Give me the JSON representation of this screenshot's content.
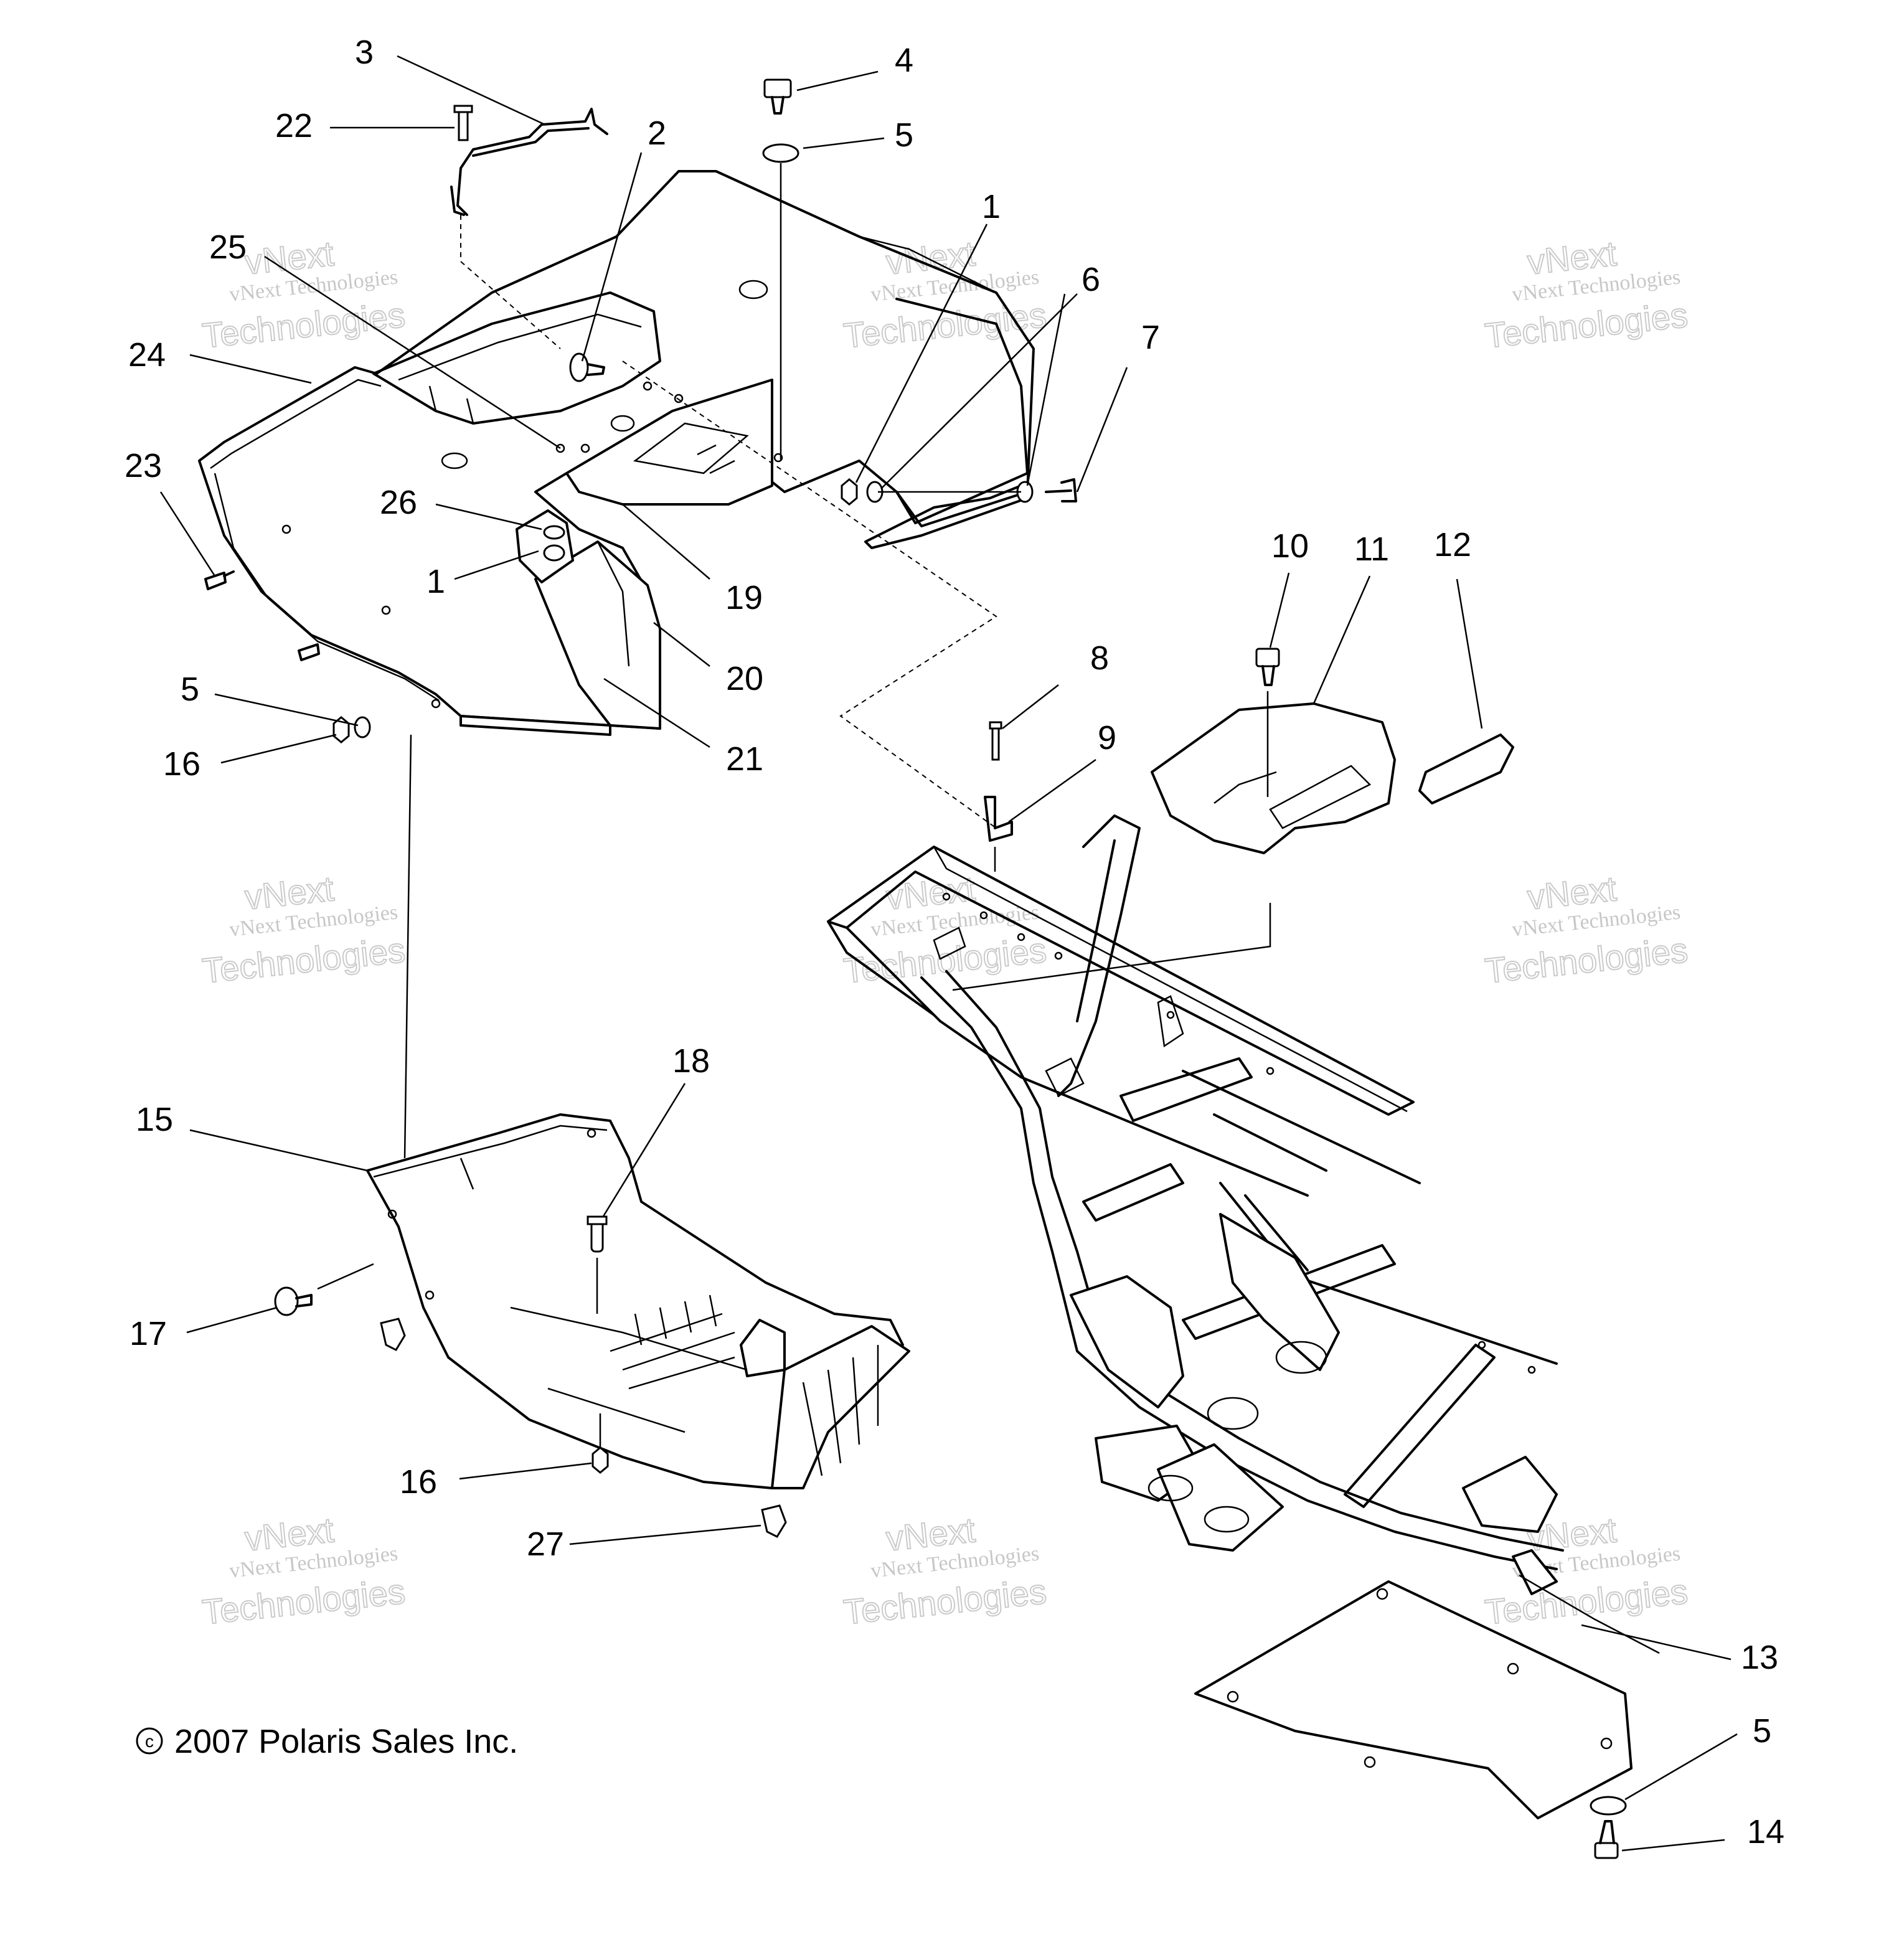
{
  "callouts": [
    {
      "id": "c3",
      "text": "3"
    },
    {
      "id": "c22",
      "text": "22"
    },
    {
      "id": "c4",
      "text": "4"
    },
    {
      "id": "c5a",
      "text": "5"
    },
    {
      "id": "c2",
      "text": "2"
    },
    {
      "id": "c1a",
      "text": "1"
    },
    {
      "id": "c25",
      "text": "25"
    },
    {
      "id": "c6",
      "text": "6"
    },
    {
      "id": "c24",
      "text": "24"
    },
    {
      "id": "c7",
      "text": "7"
    },
    {
      "id": "c23",
      "text": "23"
    },
    {
      "id": "c26",
      "text": "26"
    },
    {
      "id": "c1b",
      "text": "1"
    },
    {
      "id": "c19",
      "text": "19"
    },
    {
      "id": "c10",
      "text": "10"
    },
    {
      "id": "c11",
      "text": "11"
    },
    {
      "id": "c12",
      "text": "12"
    },
    {
      "id": "c20",
      "text": "20"
    },
    {
      "id": "c8",
      "text": "8"
    },
    {
      "id": "c5b",
      "text": "5"
    },
    {
      "id": "c9",
      "text": "9"
    },
    {
      "id": "c21",
      "text": "21"
    },
    {
      "id": "c16a",
      "text": "16"
    },
    {
      "id": "c18",
      "text": "18"
    },
    {
      "id": "c15",
      "text": "15"
    },
    {
      "id": "c17",
      "text": "17"
    },
    {
      "id": "c16b",
      "text": "16"
    },
    {
      "id": "c27",
      "text": "27"
    },
    {
      "id": "c13",
      "text": "13"
    },
    {
      "id": "c5c",
      "text": "5"
    },
    {
      "id": "c14",
      "text": "14"
    }
  ],
  "watermark": {
    "line1": "vNext Technologies",
    "line2": "vNext",
    "line3": "Technologies"
  },
  "copyright": "2007 Polaris Sales Inc.",
  "copyright_symbol": "c"
}
